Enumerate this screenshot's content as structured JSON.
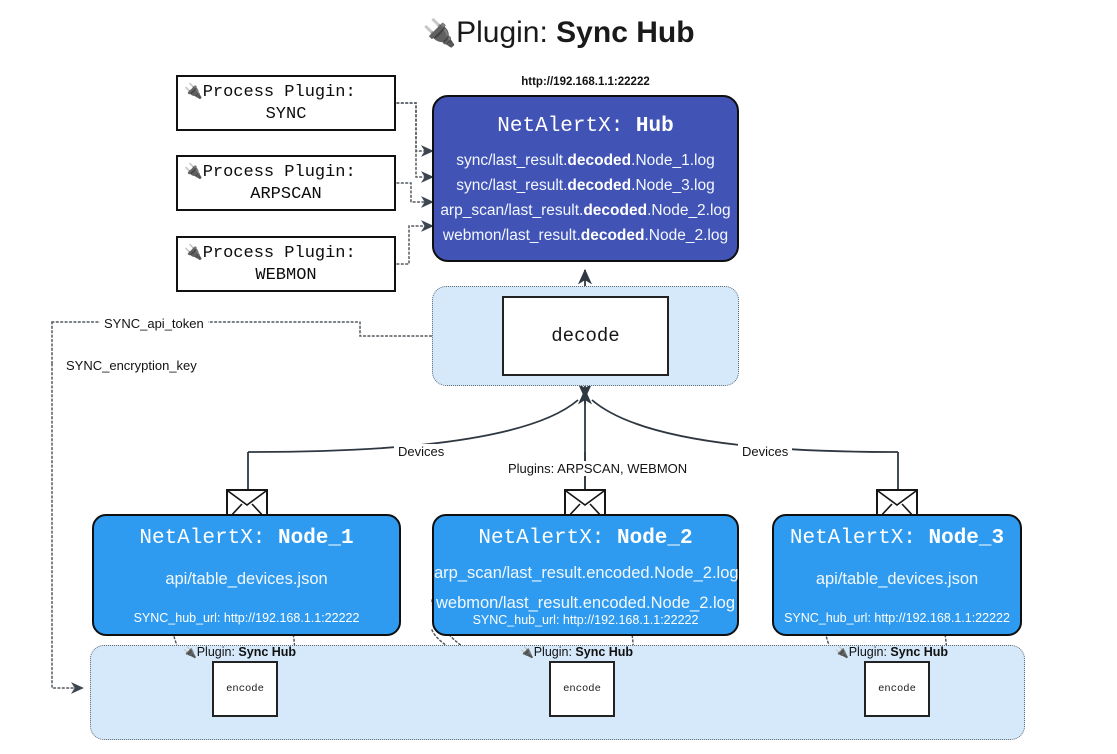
{
  "title": {
    "icon": "plug-icon",
    "prefix": "Plugin: ",
    "name": "Sync Hub"
  },
  "hub": {
    "url": "http://192.168.1.1:22222",
    "title_prefix": "NetAlertX: ",
    "title_name": "Hub",
    "lines": [
      {
        "pre": "sync/last_result.",
        "mid": "decoded",
        "post": ".Node_1.log"
      },
      {
        "pre": "sync/last_result.",
        "mid": "decoded",
        "post": ".Node_3.log"
      },
      {
        "pre": "arp_scan/last_result.",
        "mid": "decoded",
        "post": ".Node_2.log"
      },
      {
        "pre": "webmon/last_result.",
        "mid": "decoded",
        "post": ".Node_2.log"
      }
    ]
  },
  "process_plugins": [
    {
      "icon": "plug-icon",
      "label": "Process Plugin:",
      "name": "SYNC"
    },
    {
      "icon": "plug-icon",
      "label": "Process Plugin:",
      "name": "ARPSCAN"
    },
    {
      "icon": "plug-icon",
      "label": "Process Plugin:",
      "name": "WEBMON"
    }
  ],
  "decode": {
    "label": "decode"
  },
  "edge_labels": {
    "api_token": "SYNC_api_token",
    "encryption_key": "SYNC_encryption_key",
    "devices_left": "Devices",
    "plugins_center": "Plugins: ARPSCAN, WEBMON",
    "devices_right": "Devices"
  },
  "nodes": [
    {
      "title_prefix": "NetAlertX: ",
      "title_name": "Node_1",
      "lines": [
        "api/table_devices.json"
      ],
      "sub": "SYNC_hub_url: http://192.168.1.1:22222",
      "envelope_icon": "envelope-icon"
    },
    {
      "title_prefix": "NetAlertX: ",
      "title_name": "Node_2",
      "lines": [
        "arp_scan/last_result.encoded.Node_2.log",
        "webmon/last_result.encoded.Node_2.log"
      ],
      "sub": "SYNC_hub_url: http://192.168.1.1:22222",
      "envelope_icon": "envelope-icon"
    },
    {
      "title_prefix": "NetAlertX: ",
      "title_name": "Node_3",
      "lines": [
        "api/table_devices.json"
      ],
      "sub": "SYNC_hub_url: http://192.168.1.1:22222",
      "envelope_icon": "envelope-icon"
    }
  ],
  "encode_cluster": {
    "plugin_label_prefix": "Plugin: ",
    "plugin_label_name": "Sync Hub",
    "plugin_icon": "plug-icon",
    "encode_label": "encode",
    "instances": 3
  },
  "colors": {
    "hub_fill": "#4253b6",
    "node_fill": "#2e9bf0",
    "cluster_fill": "#d6e9fa",
    "stroke": "#3d4650",
    "text_dark": "#131313",
    "text_light": "#ffffff"
  }
}
